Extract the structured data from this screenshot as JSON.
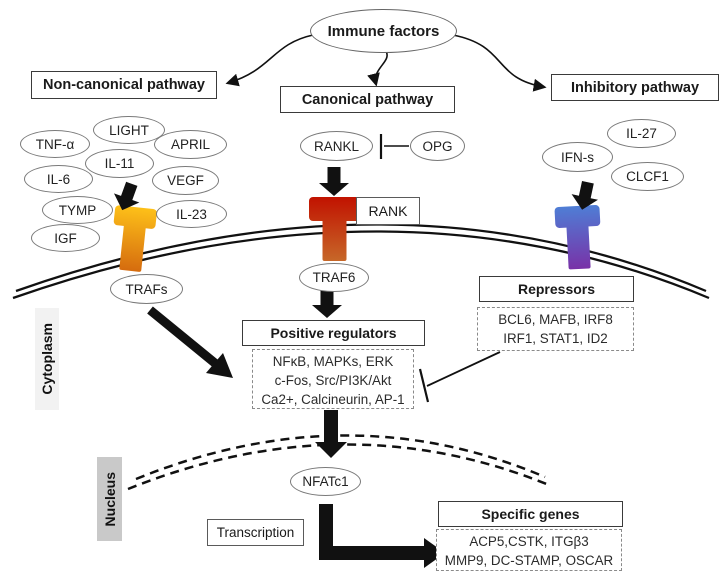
{
  "title": "Immune factors",
  "pathways": {
    "noncanonical": {
      "label": "Non-canonical pathway",
      "factors": [
        "LIGHT",
        "TNF-α",
        "APRIL",
        "IL-11",
        "IL-6",
        "VEGF",
        "TYMP",
        "IL-23",
        "IGF"
      ],
      "adapter": "TRAFs"
    },
    "canonical": {
      "label": "Canonical pathway",
      "ligand": "RANKL",
      "decoy": "OPG",
      "receptor": "RANK",
      "adapter": "TRAF6"
    },
    "inhibitory": {
      "label": "Inhibitory pathway",
      "factors": [
        "IL-27",
        "IFN-s",
        "CLCF1"
      ],
      "repressors": {
        "title": "Repressors",
        "line1": "BCL6, MAFB, IRF8",
        "line2": "IRF1, STAT1, ID2"
      }
    }
  },
  "positive_regulators": {
    "title": "Positive regulators",
    "line1": "NFκB, MAPKs, ERK",
    "line2": "c-Fos, Src/PI3K/Akt",
    "line3": "Ca2+, Calcineurin, AP-1"
  },
  "compartments": {
    "cytoplasm": "Cytoplasm",
    "nucleus": "Nucleus"
  },
  "nucleus_zone": {
    "transcription_factor": "NFATc1",
    "transcription": "Transcription",
    "specific_genes": {
      "title": "Specific genes",
      "line1": "ACP5,CSTK, ITGβ3",
      "line2": "MMP9, DC-STAMP, OSCAR"
    }
  },
  "colors": {
    "receptor_noncanonical_top": "#FFC319",
    "receptor_noncanonical_bottom": "#D4690E",
    "receptor_canonical_top": "#C11200",
    "receptor_canonical_bottom": "#C76A2A",
    "receptor_inhibitory_top": "#4E7FD6",
    "receptor_inhibitory_bottom": "#7A2FA6",
    "cytoplasm_label_bg": "#F2F2F2",
    "nucleus_label_bg": "#C9C9C9"
  }
}
